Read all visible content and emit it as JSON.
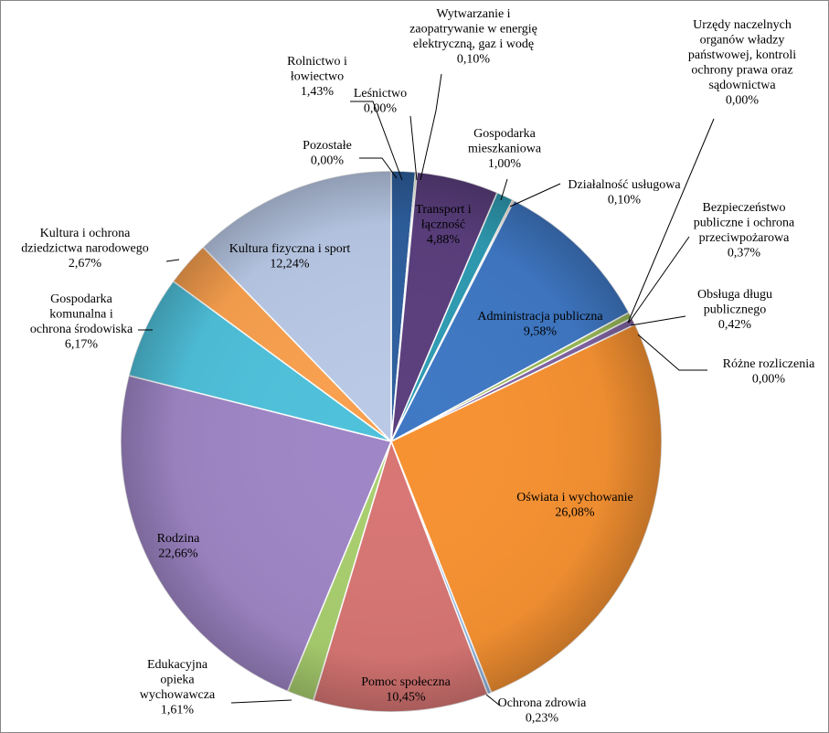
{
  "chart_data": {
    "type": "pie",
    "title": "",
    "start_angle_deg": -90,
    "slices": [
      {
        "label": [
          "Pozostałe",
          "0,00%"
        ],
        "value": 0.0,
        "color": "#4f81bd"
      },
      {
        "label": [
          "Rolnictwo i",
          "łowiectwo",
          "1,43%"
        ],
        "value": 1.43,
        "color": "#2e5f9e"
      },
      {
        "label": [
          "Leśnictwo",
          "0,00%"
        ],
        "value": 0.0,
        "color": "#c0504d"
      },
      {
        "label": [
          "Wytwarzanie i",
          "zaopatrywanie w energię",
          "elektryczną, gaz i wodę",
          "0,10%"
        ],
        "value": 0.1,
        "color": "#9bbb59"
      },
      {
        "label": [
          "Transport i",
          "łączność",
          "4,88%"
        ],
        "value": 4.88,
        "color": "#5b3f7e"
      },
      {
        "label": [
          "Gospodarka",
          "mieszkaniowa",
          "1,00%"
        ],
        "value": 1.0,
        "color": "#2f9cb3"
      },
      {
        "label": [
          "Działalność usługowa",
          "0,10%"
        ],
        "value": 0.1,
        "color": "#e46c0a"
      },
      {
        "label": [
          "Administracja publiczna",
          "9,58%"
        ],
        "value": 9.58,
        "color": "#3f78c4"
      },
      {
        "label": [
          "Urzędy naczelnych",
          "organów władzy",
          "państwowej, kontroli",
          "ochrony prawa oraz",
          "sądownictwa",
          "0,00%"
        ],
        "value": 0.0,
        "color": "#c0504d"
      },
      {
        "label": [
          "Bezpieczeństwo",
          "publiczne i ochrona",
          "przeciwpożarowa",
          "0,37%"
        ],
        "value": 0.37,
        "color": "#9bbb59"
      },
      {
        "label": [
          "Obsługa długu",
          "publicznego",
          "0,42%"
        ],
        "value": 0.42,
        "color": "#8064a2"
      },
      {
        "label": [
          "Różne rozliczenia",
          "0,00%"
        ],
        "value": 0.0,
        "color": "#4bacc6"
      },
      {
        "label": [
          "Oświata i wychowanie",
          "26,08%"
        ],
        "value": 26.08,
        "color": "#f79232"
      },
      {
        "label": [
          "Ochrona zdrowia",
          "0,23%"
        ],
        "value": 0.23,
        "color": "#8eb4e3"
      },
      {
        "label": [
          "Pomoc społeczna",
          "10,45%"
        ],
        "value": 10.45,
        "color": "#d87674"
      },
      {
        "label": [
          "Edukacyjna",
          "opieka",
          "wychowawcza",
          "1,61%"
        ],
        "value": 1.61,
        "color": "#a9cf6f"
      },
      {
        "label": [
          "Rodzina",
          "22,66%"
        ],
        "value": 22.66,
        "color": "#9f86c6"
      },
      {
        "label": [
          "Gospodarka",
          "komunalna i",
          "ochrona środowiska",
          "6,17%"
        ],
        "value": 6.17,
        "color": "#4fc1db"
      },
      {
        "label": [
          "Kultura i ochrona",
          "dziedzictwa narodowego",
          "2,67%"
        ],
        "value": 2.67,
        "color": "#f9a04e"
      },
      {
        "label": [
          "Kultura fizyczna i sport",
          "12,24%"
        ],
        "value": 12.24,
        "color": "#b9c9e6"
      }
    ]
  }
}
